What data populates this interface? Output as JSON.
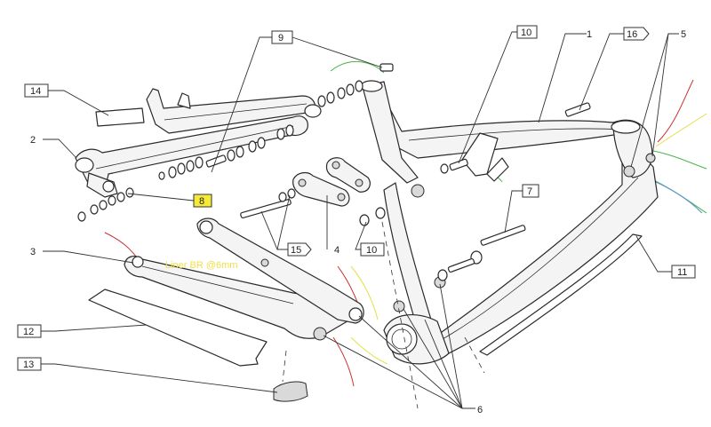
{
  "labels": {
    "l1": "1",
    "l2": "2",
    "l3": "3",
    "l4": "4",
    "l5": "5",
    "l6": "6",
    "l7": "7",
    "l8": "8",
    "l9": "9",
    "l10a": "10",
    "l10b": "10",
    "l11": "11",
    "l12": "12",
    "l13": "13",
    "l14": "14",
    "l15": "15",
    "l16": "16"
  },
  "note": "Liner BR @6mm",
  "colors": {
    "highlight_box": "#f5ea3a",
    "cable_green": "#49b649",
    "cable_red": "#c8332f",
    "cable_yellow": "#e3e04a",
    "cable_blue": "#5b8fd0"
  }
}
